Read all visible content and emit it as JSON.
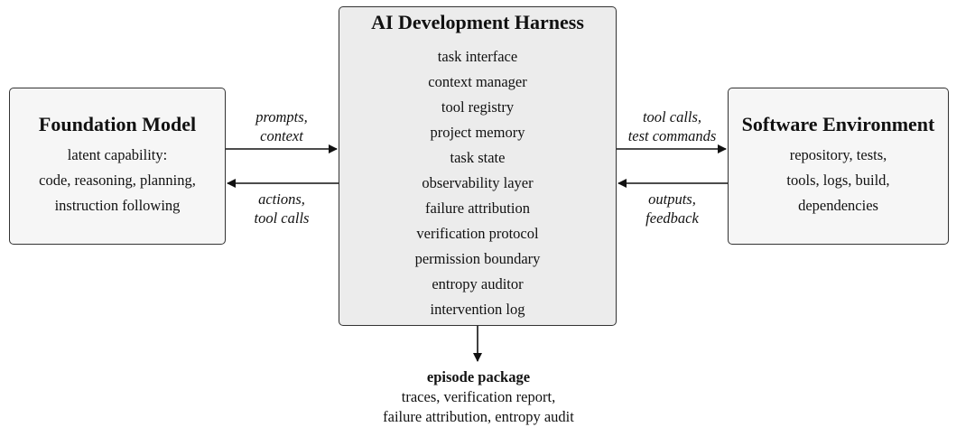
{
  "foundation_model": {
    "title": "Foundation Model",
    "lines": [
      "latent capability:",
      "code, reasoning, planning,",
      "instruction following"
    ]
  },
  "harness": {
    "title": "AI Development Harness",
    "components": [
      "task interface",
      "context manager",
      "tool registry",
      "project memory",
      "task state",
      "observability layer",
      "failure attribution",
      "verification protocol",
      "permission boundary",
      "entropy auditor",
      "intervention log"
    ]
  },
  "software_environment": {
    "title": "Software Environment",
    "lines": [
      "repository, tests,",
      "tools, logs, build,",
      "dependencies"
    ]
  },
  "edges": {
    "model_to_harness": [
      "prompts,",
      "context"
    ],
    "harness_to_model": [
      "actions,",
      "tool calls"
    ],
    "harness_to_env": [
      "tool calls,",
      "test commands"
    ],
    "env_to_harness": [
      "outputs,",
      "feedback"
    ]
  },
  "episode_package": {
    "title": "episode package",
    "lines": [
      "traces, verification report,",
      "failure attribution, entropy audit"
    ]
  }
}
